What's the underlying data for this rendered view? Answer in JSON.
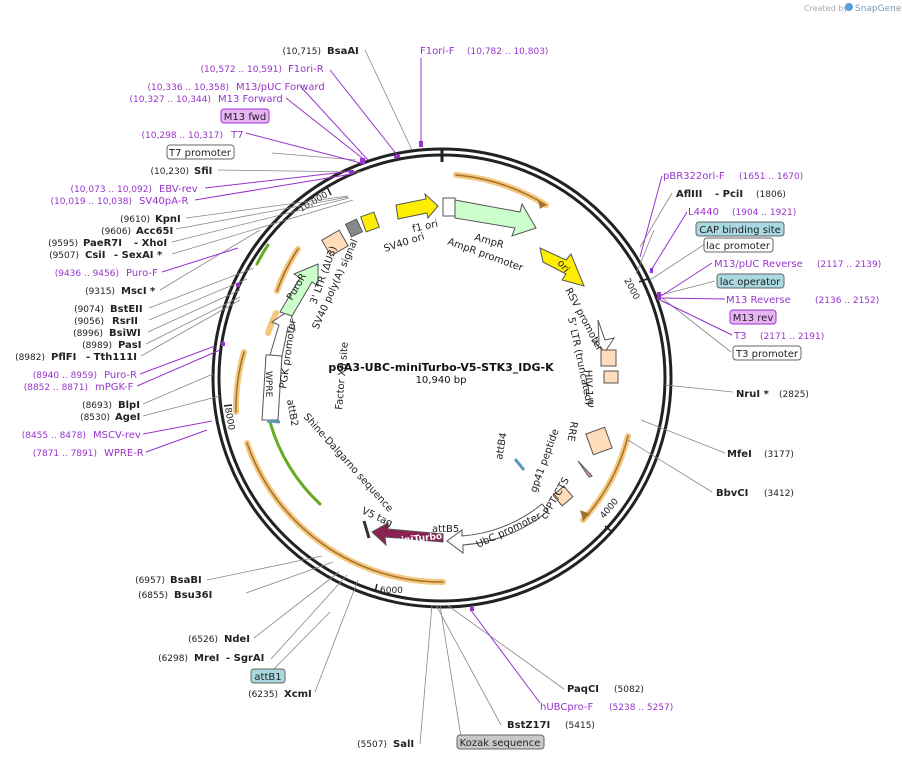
{
  "header": {
    "credit_text": "Created by",
    "brand": "SnapGene"
  },
  "plasmid": {
    "name": "p6A3-UBC-miniTurbo-V5-STK3_IDG-K",
    "size_label": "10,940 bp",
    "length_bp": 10940
  },
  "ticks": [
    "2000",
    "4000",
    "6000",
    "8000",
    "10,000"
  ],
  "colors": {
    "primer": "#9933cc",
    "feature_arrow_fill": "#ccffcc",
    "ori_fill": "#ffee00",
    "cds_fill": "#8b2252",
    "promoter_fill": "#ffffff",
    "ltr_fill": "#ffddbb",
    "highlight_orange": "#f5c77e",
    "tag_purple": "#e8b4f4",
    "tag_teal": "#a8d8e0",
    "tag_gray": "#c8c8c8"
  },
  "enzymes": {
    "bsaai": {
      "pos": "(10,715)",
      "name": "BsaAI"
    },
    "sfii": {
      "pos": "(10,230)",
      "name": "SfiI"
    },
    "kpni": {
      "pos": "(9610)",
      "name": "KpnI"
    },
    "acc65i": {
      "pos": "(9606)",
      "name": "Acc65I"
    },
    "paer7i": {
      "pos": "(9595)",
      "name": "PaeR7I",
      "name2": "- XhoI"
    },
    "csii": {
      "pos": "(9507)",
      "name": "CsiI",
      "name2": "- SexAI *"
    },
    "msci": {
      "pos": "(9315)",
      "name": "MscI *"
    },
    "bsteii": {
      "pos": "(9074)",
      "name": "BstEII"
    },
    "rsrii": {
      "pos": "(9056)",
      "name": "RsrII"
    },
    "bsiwi": {
      "pos": "(8996)",
      "name": "BsiWI"
    },
    "pasi": {
      "pos": "(8989)",
      "name": "PasI"
    },
    "pflfi": {
      "pos": "(8982)",
      "name": "PflFI",
      "name2": "- Tth111I"
    },
    "blpi": {
      "pos": "(8693)",
      "name": "BlpI"
    },
    "agei": {
      "pos": "(8530)",
      "name": "AgeI"
    },
    "bsabi": {
      "pos": "(6957)",
      "name": "BsaBI"
    },
    "bsu36i": {
      "pos": "(6855)",
      "name": "Bsu36I"
    },
    "ndei": {
      "pos": "(6526)",
      "name": "NdeI"
    },
    "srgai": {
      "pos": "(6298)",
      "name": "MreI",
      "name2": "- SgrAI"
    },
    "xcmi": {
      "pos": "(6235)",
      "name": "XcmI"
    },
    "sali": {
      "pos": "(5507)",
      "name": "SalI"
    },
    "bstz17i": {
      "name": "BstZ17I",
      "pos": "(5415)"
    },
    "paqci": {
      "name": "PaqCI",
      "pos": "(5082)"
    },
    "bbvci": {
      "name": "BbvCI",
      "pos": "(3412)"
    },
    "mfei": {
      "name": "MfeI",
      "pos": "(3177)"
    },
    "nrui": {
      "name": "NruI *",
      "pos": "(2825)"
    },
    "afliii": {
      "name": "AflIII",
      "name2": "- PciI",
      "pos": "(1806)"
    }
  },
  "primers": {
    "f1orif": {
      "name": "F1ori-F",
      "pos": "(10,782 .. 10,803)"
    },
    "f1orir": {
      "pos": "(10,572 .. 10,591)",
      "name": "F1ori-R"
    },
    "m13puc": {
      "pos": "(10,336 .. 10,358)",
      "name": "M13/pUC Forward"
    },
    "m13fwd": {
      "pos": "(10,327 .. 10,344)",
      "name": "M13 Forward"
    },
    "t7": {
      "pos": "(10,298 .. 10,317)",
      "name": "T7"
    },
    "ebvrev": {
      "pos": "(10,073 .. 10,092)",
      "name": "EBV-rev"
    },
    "sv40pa": {
      "pos": "(10,019 .. 10,038)",
      "name": "SV40pA-R"
    },
    "purof": {
      "pos": "(9436 .. 9456)",
      "name": "Puro-F"
    },
    "puror": {
      "pos": "(8940 .. 8959)",
      "name": "Puro-R"
    },
    "mpgkf": {
      "pos": "(8852 .. 8871)",
      "name": "mPGK-F"
    },
    "mscvrev": {
      "pos": "(8455 .. 8478)",
      "name": "MSCV-rev"
    },
    "wprer": {
      "pos": "(7871 .. 7891)",
      "name": "WPRE-R"
    },
    "pbr322": {
      "name": "pBR322ori-F",
      "pos": "(1651 .. 1670)"
    },
    "l4440": {
      "name": "L4440",
      "pos": "(1904 .. 1921)"
    },
    "m13pucrev": {
      "name": "M13/pUC Reverse",
      "pos": "(2117 .. 2139)"
    },
    "m13rev": {
      "name": "M13 Reverse",
      "pos": "(2136 .. 2152)"
    },
    "t3": {
      "name": "T3",
      "pos": "(2171 .. 2191)"
    },
    "hubcpro": {
      "name": "hUBCpro-F",
      "pos": "(5238 .. 5257)"
    }
  },
  "tags": {
    "m13fwd": "M13 fwd",
    "t7promoter": "T7 promoter",
    "cap": "CAP binding site",
    "lacpromoter": "lac promoter",
    "lacoperator": "lac operator",
    "m13rev": "M13 rev",
    "t3promoter": "T3 promoter",
    "attb1": "attB1",
    "kozak": "Kozak sequence"
  },
  "features": {
    "f1ori": "f1 ori",
    "ampr": "AmpR",
    "ampr_promoter": "AmpR promoter",
    "ori": "ori",
    "rsv": "RSV promoter",
    "ltr5": "5' LTR (truncated)",
    "hiv": "HIV-1 Ψ",
    "rre": "RRE",
    "gp41": "gp41 peptide",
    "cppt": "cPPT/CTS",
    "attb4": "attB4",
    "ubc": "UbC promoter",
    "attb5": "attB5",
    "miniturbo": "miniTurbo",
    "v5": "V5 tag",
    "shine": "Shine-Dalgarno sequence",
    "factorxa": "Factor Xa site",
    "attb2": "attB2",
    "wpre": "WPRE",
    "pgk": "PGK promoter",
    "puror": "PuroR",
    "ltr3": "3' LTR (ΔU3)",
    "sv40pa": "SV40 poly(A) signal",
    "sv40ori": "SV40 ori"
  }
}
